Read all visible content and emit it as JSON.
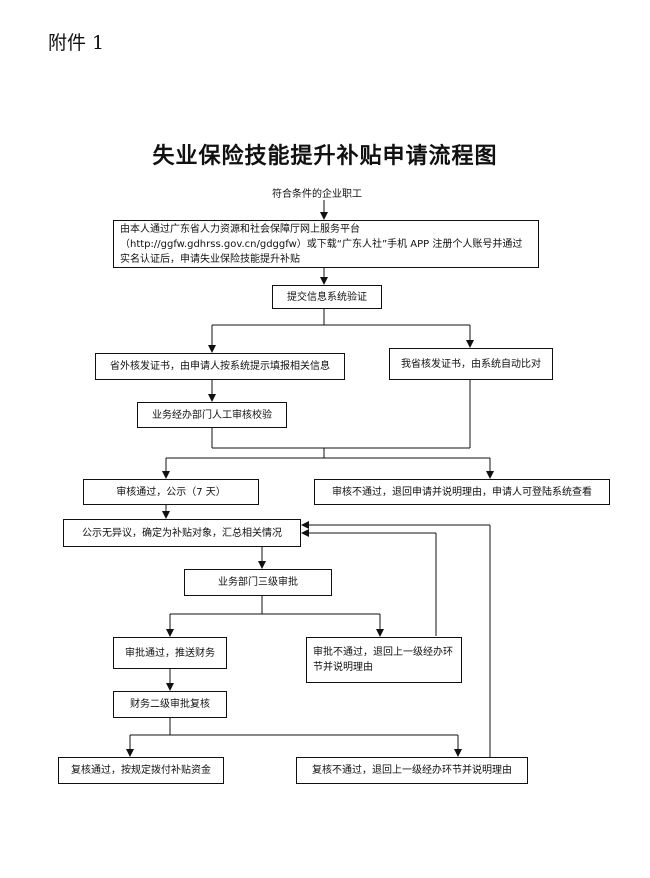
{
  "annex": "附件 1",
  "title": "失业保险技能提升补贴申请流程图",
  "start_label": "符合条件的企业职工",
  "nodes": {
    "register": "由本人通过广东省人力资源和社会保障厅网上服务平台（http://ggfw.gdhrss.gov.cn/gdggfw）或下载“广东人社”手机 APP 注册个人账号并通过实名认证后，申请失业保险技能提升补贴",
    "submit": "提交信息系统验证",
    "outside_cert": "省外核发证书，由申请人按系统提示填报相关信息",
    "inside_cert": "我省核发证书，由系统自动比对",
    "manual_check": "业务经办部门人工审核校验",
    "pass_publicize": "审核通过，公示（7 天）",
    "fail_return": "审核不通过，退回申请并说明理由，申请人可登陆系统查看",
    "no_objection": "公示无异议，确定为补贴对象，汇总相关情况",
    "dept_approval": "业务部门三级审批",
    "approve_finance": "审批通过，推送财务",
    "approve_fail": "审批不通过，退回上一级经办环节并说明理由",
    "finance_review": "财务二级审批复核",
    "review_pass": "复核通过，按规定拨付补贴资金",
    "review_fail": "复核不通过，退回上一级经办环节并说明理由"
  }
}
